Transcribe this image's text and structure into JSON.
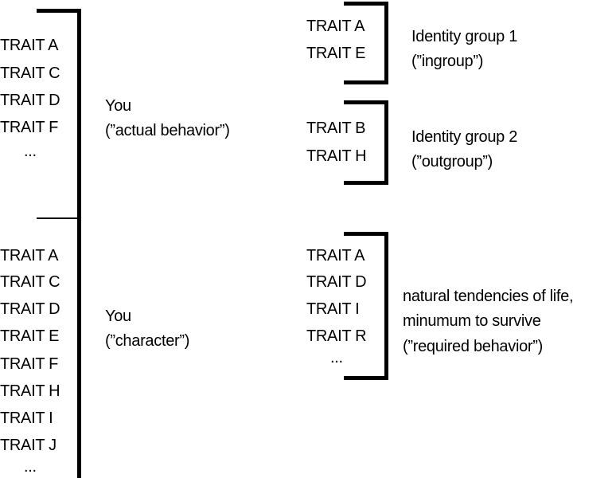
{
  "left_column": {
    "actual_behavior": {
      "traits": [
        "TRAIT A",
        "TRAIT C",
        "TRAIT D",
        "TRAIT F",
        "..."
      ],
      "label_line1": "You",
      "label_line2": "(”actual behavior”)"
    },
    "character": {
      "traits": [
        "TRAIT A",
        "TRAIT C",
        "TRAIT D",
        "TRAIT E",
        "TRAIT F",
        "TRAIT H",
        "TRAIT I",
        "TRAIT J",
        "..."
      ],
      "label_line1": "You",
      "label_line2": "(”character”)"
    }
  },
  "right_column": {
    "ingroup": {
      "traits": [
        "TRAIT A",
        "TRAIT E"
      ],
      "label_line1": "Identity group 1",
      "label_line2": "(”ingroup”)"
    },
    "outgroup": {
      "traits": [
        "TRAIT B",
        "TRAIT H"
      ],
      "label_line1": "Identity group 2",
      "label_line2": "(”outgroup”)"
    },
    "required": {
      "traits": [
        "TRAIT A",
        "TRAIT D",
        "TRAIT I",
        "TRAIT R",
        "..."
      ],
      "label_line1": "natural tendencies of life,",
      "label_line2": "minumum to survive",
      "label_line3": "(”required behavior”)"
    }
  },
  "colors": {
    "line": "#000000",
    "text": "#000000",
    "background": "#ffffff"
  }
}
